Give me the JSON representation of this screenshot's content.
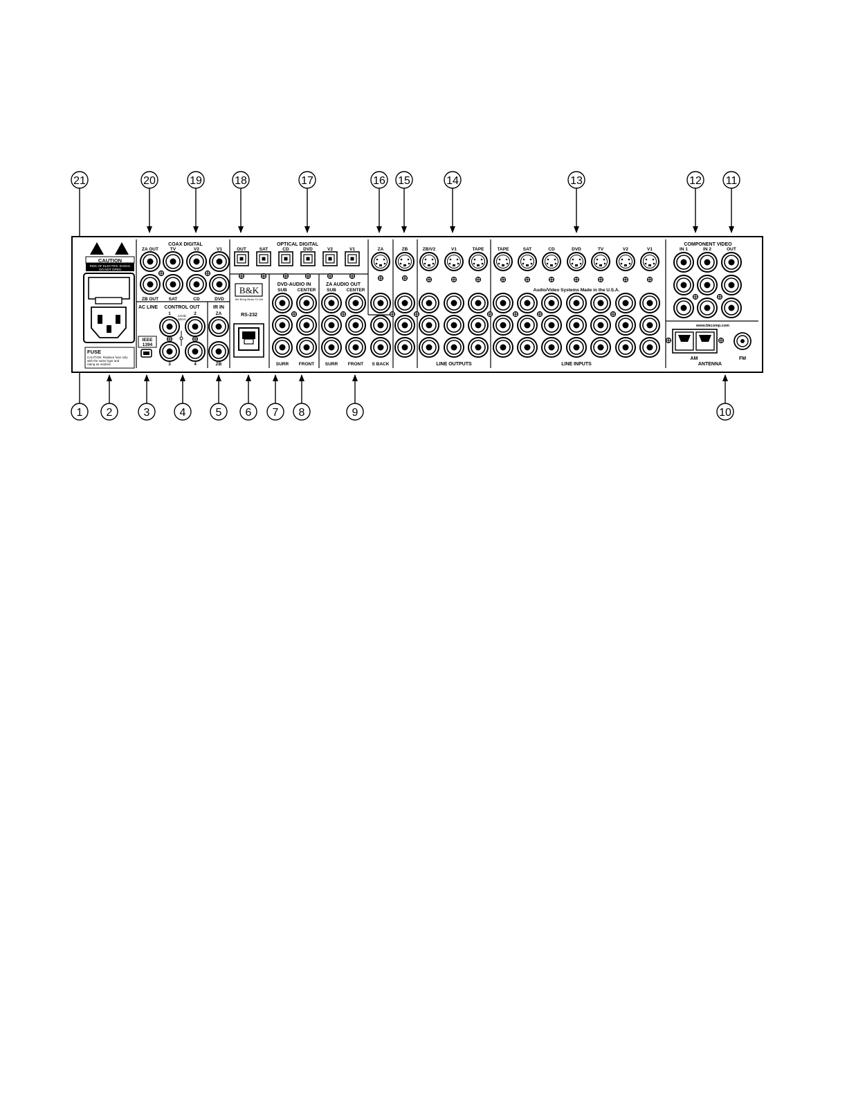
{
  "callouts": {
    "top": [
      "21",
      "20",
      "19",
      "18",
      "17",
      "16",
      "15",
      "14",
      "13",
      "12",
      "11"
    ],
    "bottom": [
      "1",
      "2",
      "3",
      "4",
      "5",
      "6",
      "7",
      "8",
      "9",
      "10"
    ]
  },
  "panel": {
    "caution": {
      "title": "CAUTION",
      "line1": "RISK OF ELECTRIC SHOCK",
      "line2": "DO NOT OPEN"
    },
    "fuse": {
      "title": "FUSE",
      "text": [
        "CAUTION: Replace fuse only",
        "with the same type and",
        "rating as marked."
      ]
    },
    "ac_line": "AC LINE",
    "ieee": [
      "IEEE",
      "1394"
    ],
    "coax_digital": {
      "title": "COAX DIGITAL",
      "top": [
        "ZA OUT",
        "TV",
        "V2",
        "V1"
      ],
      "bottom": [
        "ZB OUT",
        "SAT",
        "CD",
        "DVD"
      ]
    },
    "control_out": {
      "title": "CONTROL OUT",
      "nums_top": [
        "1",
        "2"
      ],
      "nums_bottom": [
        "3",
        "4"
      ],
      "note": [
        "12Vdc",
        "50mA"
      ]
    },
    "ir_in": {
      "title": "IR IN",
      "top": "ZA",
      "bottom": "ZB"
    },
    "optical_digital": {
      "title": "OPTICAL DIGITAL",
      "labels": [
        "OUT",
        "SAT",
        "CD",
        "DVD",
        "V2",
        "V1"
      ]
    },
    "logo": "B&K",
    "logo_sub": "We Bring Music To Life",
    "rs232": "RS-232",
    "dvd_audio_in": {
      "title": "DVD-AUDIO IN",
      "top": [
        "SUB",
        "CENTER"
      ],
      "bottom": [
        "SURR",
        "FRONT"
      ]
    },
    "za_audio_out": {
      "title": "ZA AUDIO OUT",
      "top": [
        "SUB",
        "CENTER"
      ],
      "bottom": [
        "SURR",
        "FRONT",
        "S BACK"
      ]
    },
    "svideo_zones": [
      "ZA",
      "ZB"
    ],
    "line_outputs": {
      "labels": [
        "ZB/V2",
        "V1",
        "TAPE"
      ],
      "title": "LINE OUTPUTS"
    },
    "line_inputs": {
      "labels": [
        "TAPE",
        "SAT",
        "CD",
        "DVD",
        "TV",
        "V2",
        "V1"
      ],
      "made_in": "Audio/Video Systems Made in the U.S.A.",
      "title": "LINE INPUTS"
    },
    "component_video": {
      "title": "COMPONENT VIDEO",
      "labels": [
        "IN 1",
        "IN 2",
        "OUT"
      ]
    },
    "antenna": {
      "url": "www.bkcomp.com",
      "am": "AM",
      "fm": "FM",
      "title": "ANTENNA"
    }
  }
}
